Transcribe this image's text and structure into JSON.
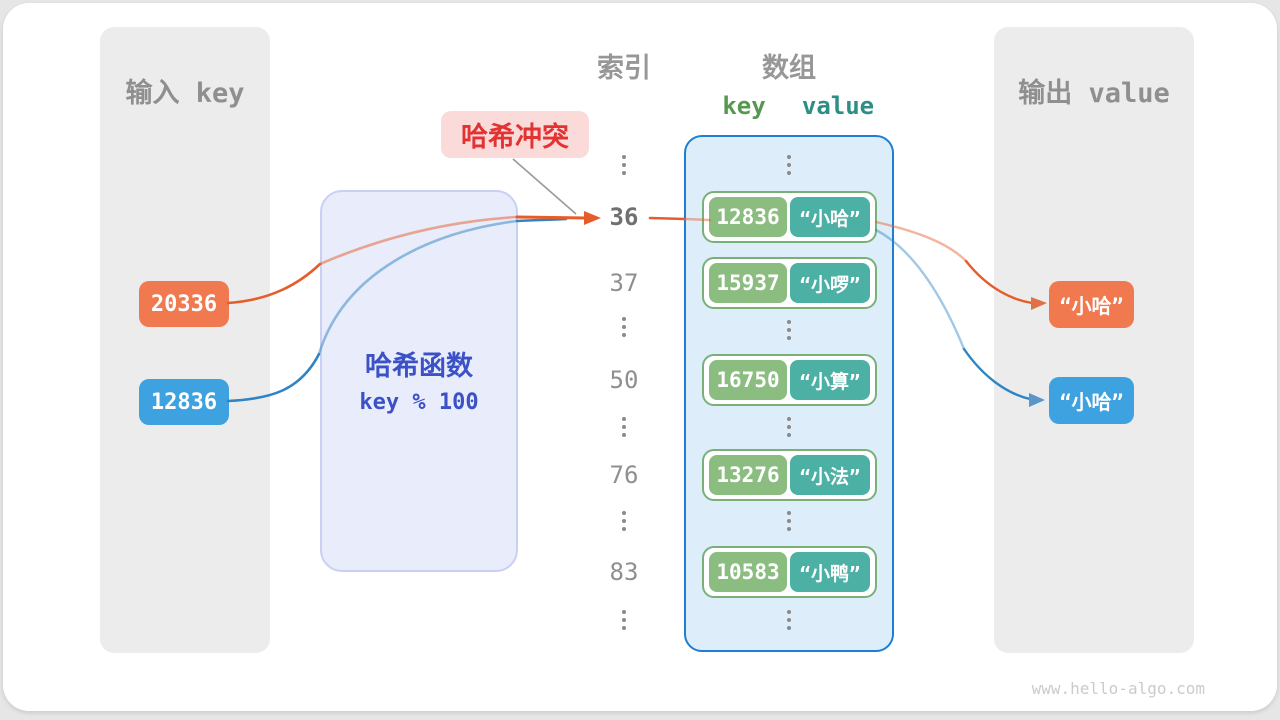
{
  "diagram": {
    "footer": "www.hello-algo.com",
    "input_panel": {
      "title": "输入 key",
      "keys": [
        {
          "label": "20336",
          "color": "#f0794f"
        },
        {
          "label": "12836",
          "color": "#3fa2e0"
        }
      ]
    },
    "hash_function": {
      "title": "哈希函数",
      "formula": "key % 100"
    },
    "collision_label": "哈希冲突",
    "index_column": {
      "title": "索引",
      "items": [
        {
          "type": "dots"
        },
        {
          "type": "index",
          "label": "36",
          "highlight": true
        },
        {
          "type": "index",
          "label": "37"
        },
        {
          "type": "dots"
        },
        {
          "type": "index",
          "label": "50"
        },
        {
          "type": "dots"
        },
        {
          "type": "index",
          "label": "76"
        },
        {
          "type": "dots"
        },
        {
          "type": "index",
          "label": "83"
        },
        {
          "type": "dots"
        }
      ]
    },
    "array_panel": {
      "title": "数组",
      "key_header": "key",
      "value_header": "value",
      "rows": [
        {
          "type": "dots"
        },
        {
          "type": "pair",
          "key": "12836",
          "value": "“小哈”"
        },
        {
          "type": "pair",
          "key": "15937",
          "value": "“小啰”"
        },
        {
          "type": "dots"
        },
        {
          "type": "pair",
          "key": "16750",
          "value": "“小算”"
        },
        {
          "type": "dots"
        },
        {
          "type": "pair",
          "key": "13276",
          "value": "“小法”"
        },
        {
          "type": "dots"
        },
        {
          "type": "pair",
          "key": "10583",
          "value": "“小鸭”"
        },
        {
          "type": "dots"
        }
      ]
    },
    "output_panel": {
      "title": "输出 value",
      "values": [
        {
          "label": "“小哈”",
          "color": "#f0794f"
        },
        {
          "label": "“小哈”",
          "color": "#3fa2e0"
        }
      ]
    },
    "colors": {
      "orange": "#f0794f",
      "blue": "#3fa2e0",
      "orange_stroke": "#e65c2a",
      "blue_stroke": "#2f84c4",
      "key_green": "#8bbc80",
      "value_teal": "#4db0a5",
      "key_header_green": "#56984f",
      "value_header_teal": "#2e8e85",
      "array_border_blue": "#1d7ed3",
      "hash_text_blue": "#3b51c6",
      "collision_red": "#e23333"
    }
  }
}
